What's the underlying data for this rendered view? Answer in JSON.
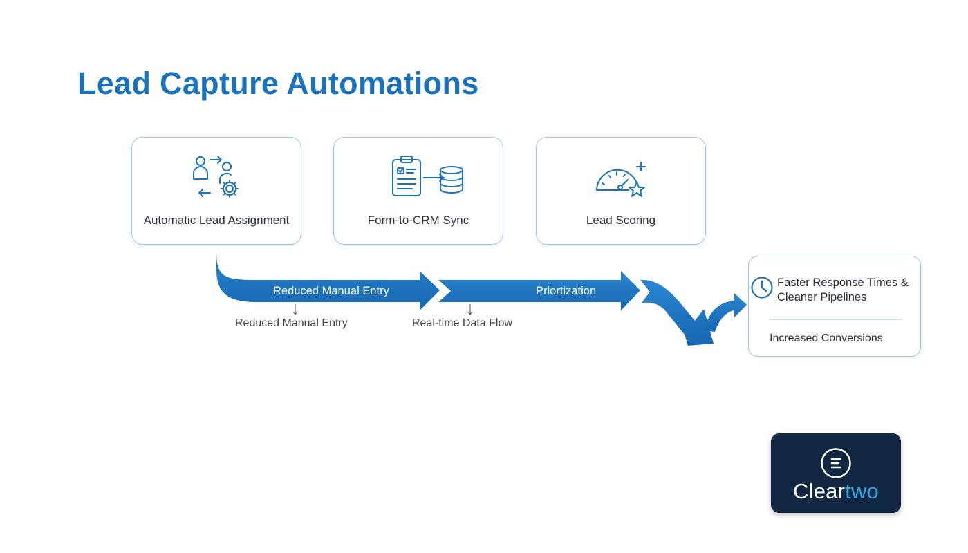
{
  "title": "Lead Capture Automations",
  "cards": [
    {
      "label": "Automatic Lead Assignment",
      "icon": "lead-assignment-icon"
    },
    {
      "label": "Form-to-CRM Sync",
      "icon": "form-to-database-icon"
    },
    {
      "label": "Lead Scoring",
      "icon": "score-gauge-star-icon"
    }
  ],
  "flow": {
    "arrow1_label": "Reduced Manual Entry",
    "arrow2_label": "Priortization",
    "note1": "Reduced Manual Entry",
    "note2": "Real-time Data Flow"
  },
  "result": {
    "icon": "clock-icon",
    "headline": "Faster Response Times & Cleaner Pipelines",
    "subtext": "Increased Conversions"
  },
  "logo": {
    "text_part1": "Clear",
    "text_part2": "two"
  },
  "colors": {
    "primary": "#1a72bd",
    "arrow": "#1c74c0",
    "border": "#9cc6e6",
    "logo_bg": "#0f2740",
    "logo_accent": "#35a7e6"
  }
}
